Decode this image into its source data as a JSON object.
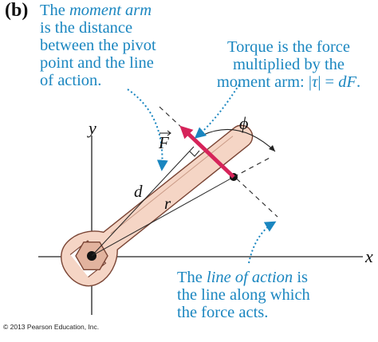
{
  "part_label": "(b)",
  "moment_arm_note": {
    "line1_prefix": "The ",
    "line1_emph": "moment arm",
    "line2": "is the distance",
    "line3": "between the pivot",
    "line4": "point and the line",
    "line5": "of action."
  },
  "torque_note": {
    "line1": "Torque is the force",
    "line2": "multiplied by the",
    "line3_prefix": "moment arm: |",
    "line3_tau": "τ",
    "line3_mid": "| = ",
    "line3_formula": "dF",
    "line3_end": "."
  },
  "line_of_action_note": {
    "line1_prefix": "The ",
    "line1_emph": "line of action",
    "line1_suffix": " is",
    "line2": "the line along which",
    "line3": "the force acts."
  },
  "labels": {
    "x_axis": "x",
    "y_axis": "y",
    "force": "F",
    "moment_arm": "d",
    "position": "r",
    "angle": "ϕ"
  },
  "copyright": "© 2013 Pearson Education, Inc.",
  "colors": {
    "callout": "#1a86c0",
    "force_vector": "#d6245a",
    "wrench_fill": "#f5d5c5",
    "wrench_stroke": "#7a4535",
    "bolt_fill": "#e2b39e"
  }
}
